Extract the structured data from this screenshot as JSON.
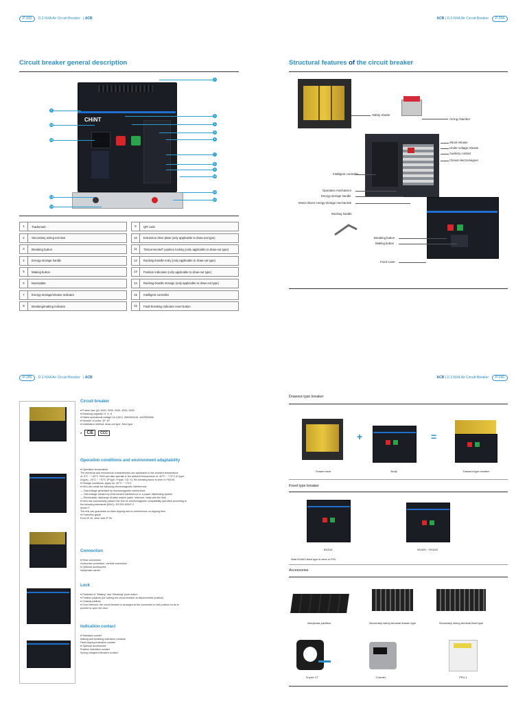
{
  "headers": {
    "p243": {
      "page": "P-243",
      "title": "D.3 NXA Air Circuit Breaker",
      "brand": "ACB"
    },
    "p244": {
      "page": "P-244",
      "title": "D.3 NXA Air Circuit Breaker",
      "brand": "ACB"
    },
    "p245": {
      "page": "P-245",
      "title": "D.3 NXA Air Circuit Breaker",
      "brand": "ACB"
    },
    "p246": {
      "page": "P-246",
      "title": "D.3 NXA Air Circuit Breaker",
      "brand": "ACB"
    }
  },
  "p243": {
    "title": "Circuit breaker general description",
    "brand_on_device": "CHiNT",
    "callouts": [
      "1",
      "2",
      "3",
      "4",
      "5",
      "6",
      "7",
      "8",
      "9",
      "10",
      "11",
      "12",
      "13",
      "14",
      "15",
      "16"
    ],
    "legend": [
      {
        "num": "1",
        "text": "Trademark"
      },
      {
        "num": "9",
        "text": "QR code"
      },
      {
        "num": "2",
        "text": "Secondary wiring terminal"
      },
      {
        "num": "10",
        "text": "Extraction drive plate (only applicable to draw-out type)"
      },
      {
        "num": "3",
        "text": "Breaking button"
      },
      {
        "num": "11",
        "text": "\"Disconnected\" position locking (only applicable to draw-out type)"
      },
      {
        "num": "4",
        "text": "Energy-storage handle"
      },
      {
        "num": "12",
        "text": "Racking-handle entry (only applicable to draw-out type)"
      },
      {
        "num": "5",
        "text": "Making button"
      },
      {
        "num": "13",
        "text": "Position indication (only applicable to draw-out type)"
      },
      {
        "num": "6",
        "text": "Nameplate"
      },
      {
        "num": "14",
        "text": "Racking-handle storage (only applicable to draw-out type)"
      },
      {
        "num": "7",
        "text": "Energy-storage/release indicator"
      },
      {
        "num": "15",
        "text": "Intelligent controller"
      },
      {
        "num": "8",
        "text": "Breaking/making indicator"
      },
      {
        "num": "16",
        "text": "Fault-breaking indicator reset button"
      }
    ]
  },
  "p244": {
    "title_part1": "Structural features",
    "title_of": " of ",
    "title_part2": "the circuit breaker",
    "labels": {
      "safety_shutter": "Safety shutter",
      "arcing_chamber": "Arcing chamber",
      "shunt_release": "Shunt release",
      "undervoltage_release": "Under-voltage release",
      "auxiliary_contact": "Auxiliary contact",
      "closed_electromagnet": "Closed electromagnet",
      "intelligent_controller": "Intelligent controller",
      "operation_mechanism": "Operation mechanism",
      "energy_storage_handle": "Energy-storage handle",
      "motor_driven": "Motor-driven energy-storage mechanism",
      "racking_handle": "Racking handle",
      "breaking_button": "Breaking button",
      "making_button": "Making button",
      "front_cover": "Front cover"
    }
  },
  "p245": {
    "sections": {
      "cb": {
        "title": "Circuit breaker",
        "lines": [
          "● Frame size (A): 1600, 2000, 3200, 4000, 6300",
          "● Breaking capacity: N, S, H",
          "● Rated operational voltage Ue (VAC): 380/400/415, 440/525/690",
          "● Number of poles: 3P, 4P",
          "● Installation method: draw-out type, fixed type"
        ],
        "cert_ce": "CE",
        "cert_ccc": "CCC"
      },
      "env": {
        "title": "Operation conditions and environment adaptability",
        "lines": [
          "● Operation temperature",
          "   The electrical and mechanical characteristics are applicable to the ambient temperature",
          "   of -5°C ~ +40°C.  NXA can also operate in the ambient temperature of -40°C ~ +70°C (H type,",
          "   A type), -20°C ~ +70°C (P type, H type, CD: Y), the derating factor is seen in P05-06.",
          "● Storage conditions: apply for -40°C ~ +70°C",
          "● NXA can resist the following electromagnetic interference",
          "— Overvoltage generated by electromagnetic interference",
          "— Overvoltage caused by environment interference or a power distributing system",
          "— Electrostatic discharge of radio waves (radio, intercom, radar and the like)",
          "● NXA  has successfully passed the test for electromagnetic compatibility specified according to",
          "   the following standards (EMC): IEC/EN 60947-2",
          "   Annex F",
          "   The test can guarantee no false tripping and no interference on tripping time",
          "● Protection grade",
          "   Front IP 40, other side IP 00"
        ]
      },
      "conn": {
        "title": "Connection",
        "lines": [
          "● Rear connection",
          "   Horizontal connection, vertical connection",
          "● Optional accessories",
          "   Interphase barrier"
        ]
      },
      "lock": {
        "title": "Lock",
        "lines": [
          "● Padlocks of \"Making\" and \"Breaking\" push button",
          "● Position padlock (for locking the circuit breaker at disconnected position)",
          "● Chassis padlock",
          "● Door interlock: the circuit breaker is arranged at the connected or test position so as to",
          "   prohibit to open the door"
        ]
      },
      "ind": {
        "title": "Indication contact",
        "lines": [
          "● Standard contact",
          "   Making and breaking indication contacts",
          "   Fault-tripping indication contact",
          "● Optional accessories",
          "   Position indication contact",
          "   Spring-charged indication contact"
        ]
      }
    }
  },
  "p246": {
    "drawout_title": "Drawout type breaker",
    "drawer_seat": "Drawer seat",
    "body": "Body",
    "drawout_breaker": "Drawout type breaker",
    "plus": "+",
    "equals": "=",
    "fixed_title": "Fixed type breaker",
    "fixed_a": "NXA16",
    "fixed_b": "NXA20 ~ NXA40",
    "fixed_note": "Note:NXA63 fixed type is seen in P43",
    "acc_title": "Accessories",
    "acc": [
      "Interphase partition",
      "Secondary wiring terminal drawer type",
      "Secondary wiring terminal fixed type",
      "N pole CT",
      "Counter",
      "PSU-1"
    ]
  }
}
